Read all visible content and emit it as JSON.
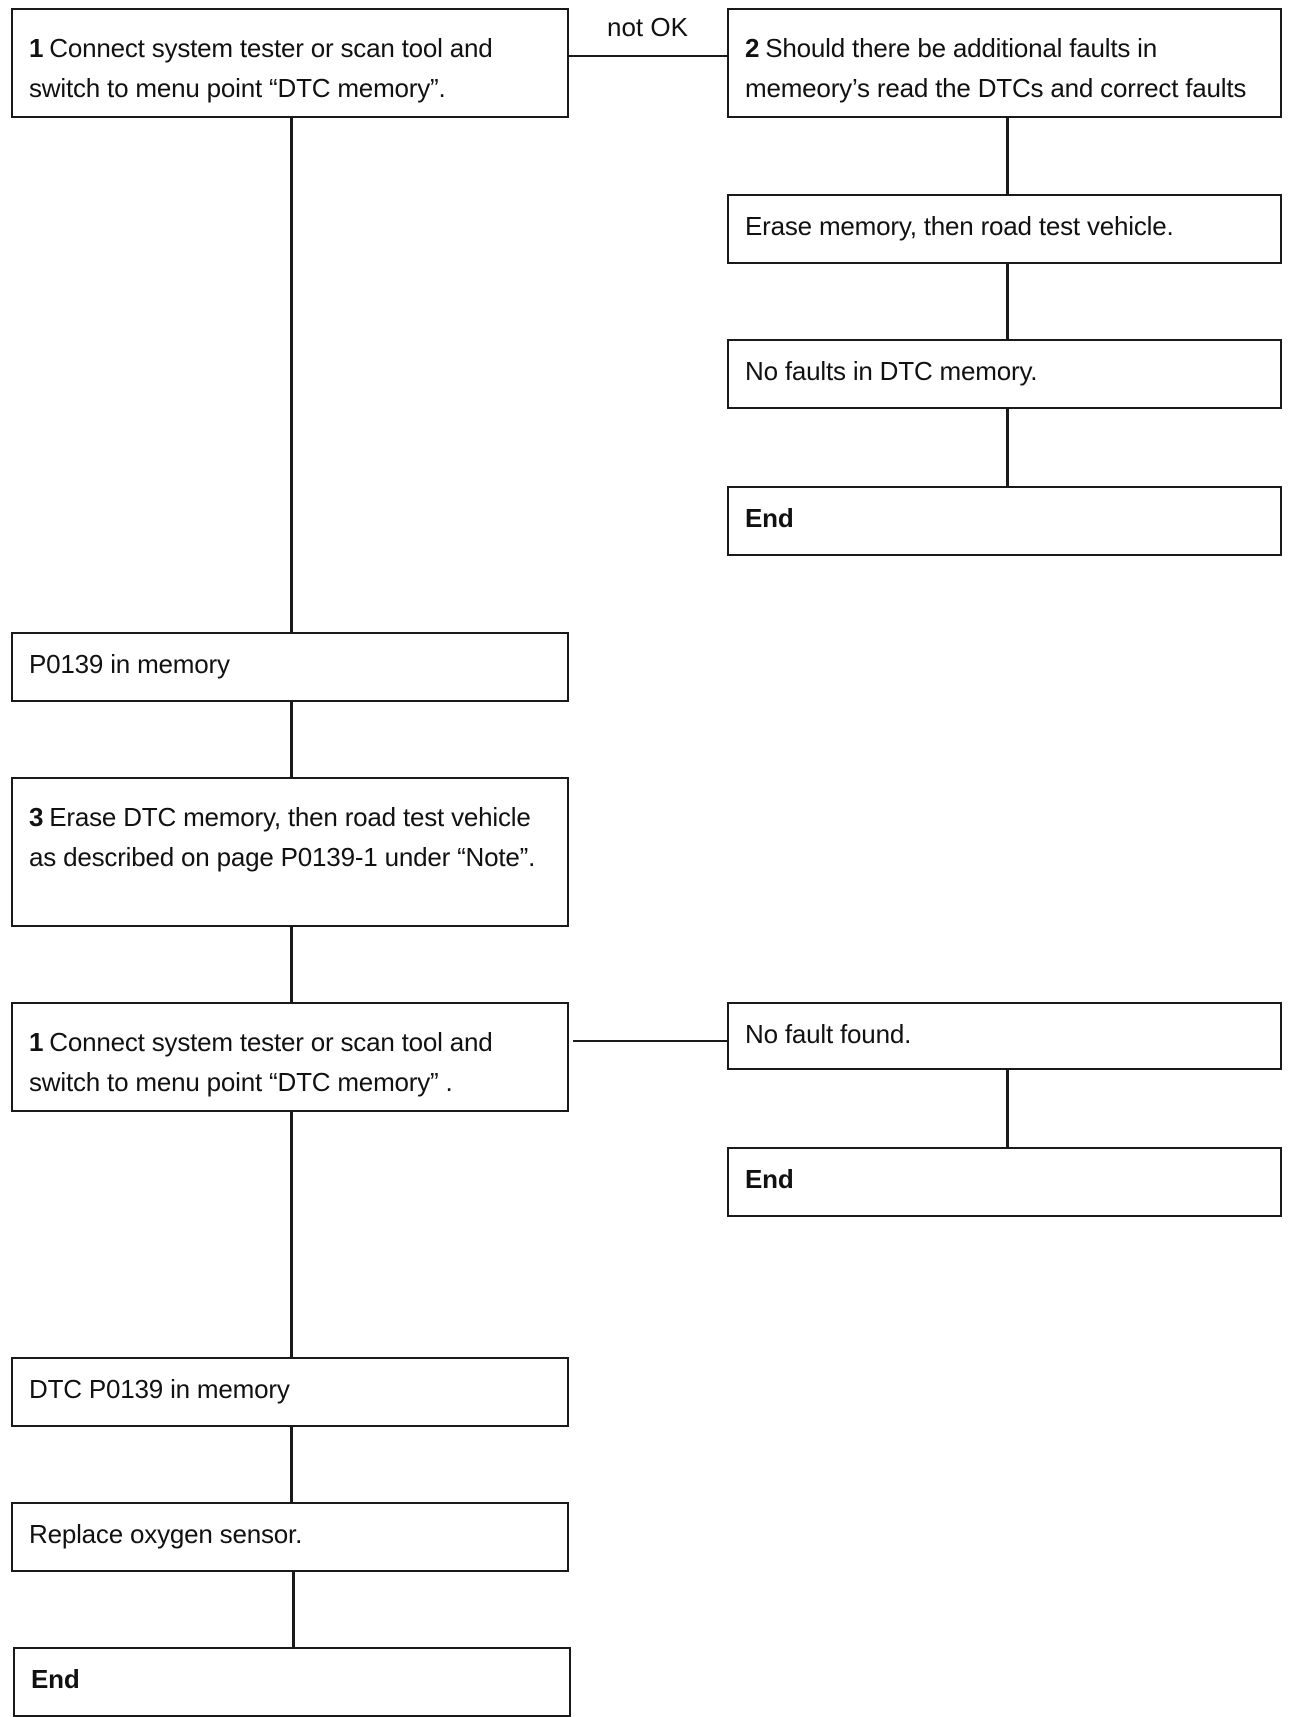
{
  "left_column": {
    "step1_top": {
      "number": "1",
      "text": "Connect system tester or scan tool and switch to menu point “DTC memory”."
    },
    "p0139_in_memory": "P0139 in memory",
    "step3": {
      "number": "3",
      "text": "Erase DTC memory, then road test vehicle as described on page P0139-1 under “Note”."
    },
    "step1_second": {
      "number": "1",
      "text": "Connect system tester or scan tool and switch to menu point “DTC memory” ."
    },
    "dtc_p0139_in_memory": "DTC P0139 in memory",
    "replace_sensor": "Replace oxygen sensor.",
    "end": "End"
  },
  "right_column": {
    "not_ok_label": "not OK",
    "step2": {
      "number": "2",
      "text": "Should there be additional faults in memeory’s read the DTCs and correct faults"
    },
    "erase_memory": "Erase memory, then road test vehicle.",
    "no_faults": "No faults in DTC memory.",
    "end_top": "End",
    "no_fault_found": "No fault found.",
    "end_bottom": "End"
  }
}
